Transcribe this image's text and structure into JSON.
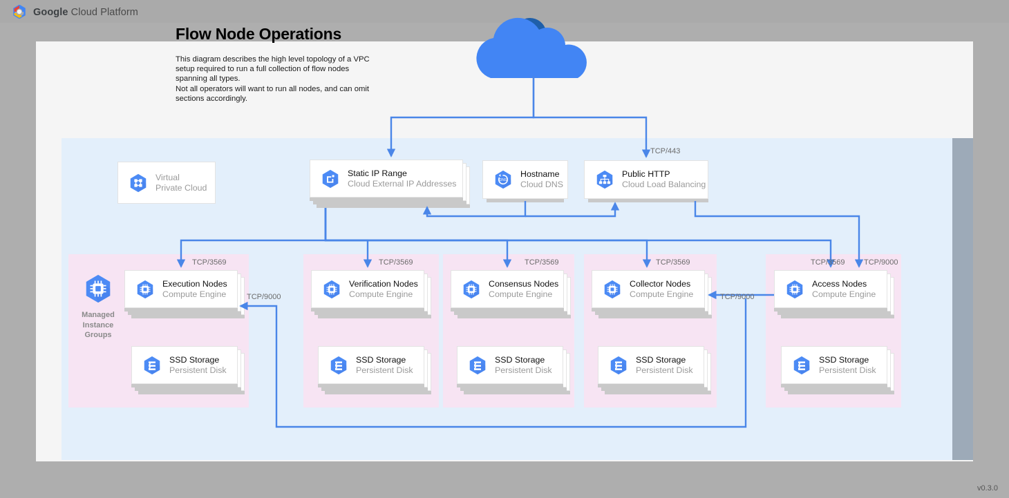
{
  "topbar": {
    "brand_bold": "Google",
    "brand_rest": " Cloud Platform",
    "logo_icon": "google-cloud-hexagon-logo"
  },
  "document": {
    "title": "Flow Node Operations",
    "description": "This diagram describes the high level topology of a VPC setup required to run a full collection of flow nodes spanning all types.\nNot all operators will want to run all nodes, and can omit sections accordingly.",
    "version": "v0.3.0"
  },
  "internet": {
    "icon": "cloud-icon",
    "name": "internet-cloud"
  },
  "top_row": [
    {
      "title": "Virtual",
      "subtitle": "Private Cloud",
      "icon": "virtual-private-cloud-icon",
      "muted": true,
      "stacked": false
    },
    {
      "title": "Static IP Range",
      "subtitle": "Cloud External IP Addresses",
      "icon": "static-ip-range-icon",
      "muted": false,
      "stacked": true
    },
    {
      "title": "Hostname",
      "subtitle": "Cloud DNS",
      "icon": "cloud-dns-icon",
      "muted": false,
      "stacked": false
    },
    {
      "title": "Public HTTP",
      "subtitle": "Cloud Load Balancing",
      "icon": "cloud-load-balancing-icon",
      "muted": false,
      "stacked": false
    }
  ],
  "groups": [
    {
      "label": "Managed\nInstance\nGroups",
      "label_icon": "compute-engine-icon",
      "has_label": true,
      "node": {
        "title": "Execution Nodes",
        "subtitle": "Compute Engine",
        "icon": "compute-engine-icon"
      },
      "storage": {
        "title": "SSD Storage",
        "subtitle": "Persistent Disk",
        "icon": "persistent-disk-icon"
      }
    },
    {
      "label": "",
      "has_label": false,
      "node": {
        "title": "Verification Nodes",
        "subtitle": "Compute Engine",
        "icon": "compute-engine-icon"
      },
      "storage": {
        "title": "SSD Storage",
        "subtitle": "Persistent Disk",
        "icon": "persistent-disk-icon"
      }
    },
    {
      "label": "",
      "has_label": false,
      "node": {
        "title": "Consensus Nodes",
        "subtitle": "Compute Engine",
        "icon": "compute-engine-icon"
      },
      "storage": {
        "title": "SSD Storage",
        "subtitle": "Persistent Disk",
        "icon": "persistent-disk-icon"
      }
    },
    {
      "label": "",
      "has_label": false,
      "node": {
        "title": "Collector Nodes",
        "subtitle": "Compute Engine",
        "icon": "compute-engine-icon"
      },
      "storage": {
        "title": "SSD Storage",
        "subtitle": "Persistent Disk",
        "icon": "persistent-disk-icon"
      }
    },
    {
      "label": "",
      "has_label": false,
      "node": {
        "title": "Access Nodes",
        "subtitle": "Compute Engine",
        "icon": "compute-engine-icon"
      },
      "storage": {
        "title": "SSD Storage",
        "subtitle": "Persistent Disk",
        "icon": "persistent-disk-icon"
      }
    }
  ],
  "port_labels": {
    "https": "TCP/443",
    "node_a": "TCP/3569",
    "node_b": "TCP/3569",
    "node_c": "TCP/3569",
    "node_d": "TCP/3569",
    "node_e": "TCP/3569",
    "access_9000": "TCP/9000",
    "collector_9000": "TCP/9000",
    "execution_9000": "TCP/9000"
  },
  "colors": {
    "gcp_blue": "#4285f4",
    "connector": "#4a86e8",
    "vpc_fill": "#e3effb",
    "group_fill": "#f7e4f3",
    "page_fill": "#f5f5f5",
    "desktop": "#aeaeae"
  }
}
